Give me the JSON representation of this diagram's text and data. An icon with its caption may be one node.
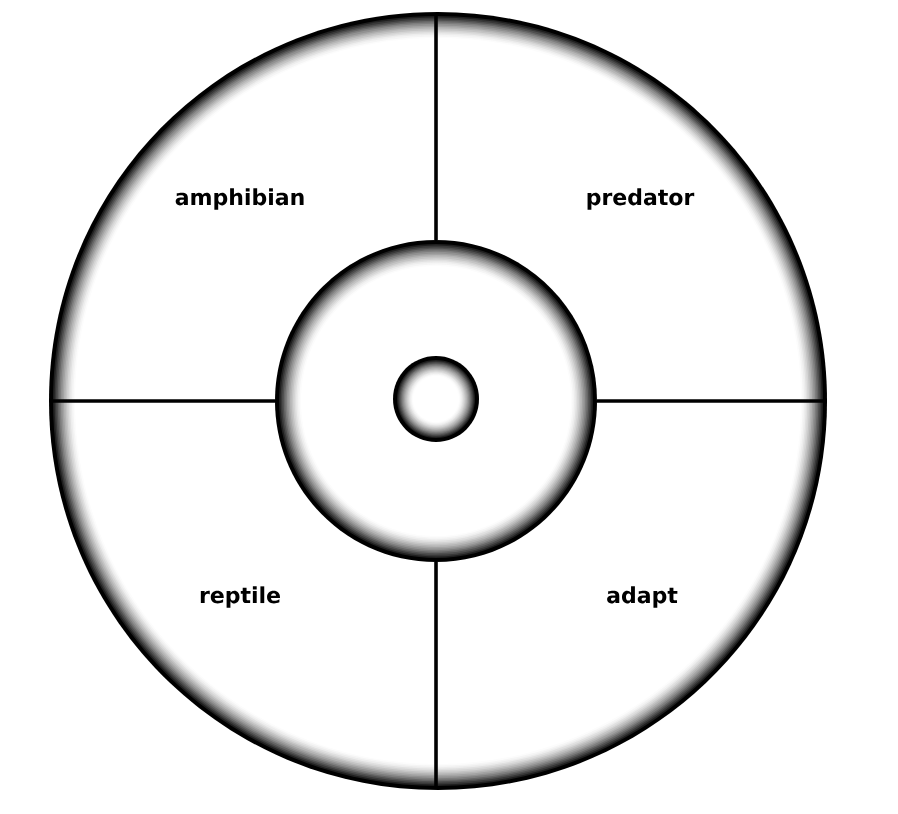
{
  "diagram": {
    "nodes": [
      {
        "text": [],
        "shape": "circle"
      },
      {
        "text": [
          "amphibian"
        ],
        "in": 0
      },
      {
        "text": [
          "predator"
        ],
        "in": 0
      },
      {
        "text": [
          "reptile"
        ],
        "in": 0
      },
      {
        "text": [
          "adapt"
        ],
        "in": 0
      },
      {
        "text": [],
        "shape": "circle",
        "in": 0
      },
      {
        "text": [],
        "shape": "circle",
        "in": 5
      }
    ]
  }
}
